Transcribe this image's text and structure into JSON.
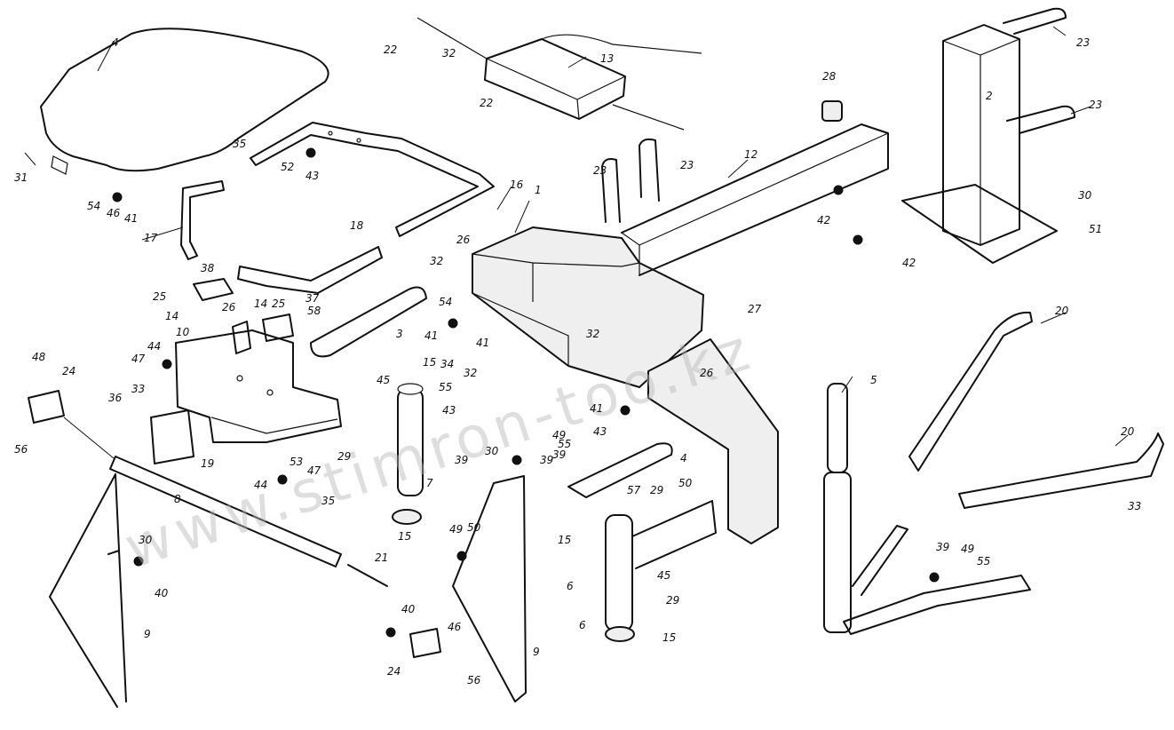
{
  "watermark": "www.stimron-too.kz",
  "callouts": [
    {
      "id": "c4a",
      "label": "4"
    },
    {
      "id": "c31",
      "label": "31"
    },
    {
      "id": "c54",
      "label": "54"
    },
    {
      "id": "c46a",
      "label": "46"
    },
    {
      "id": "c41a",
      "label": "41"
    },
    {
      "id": "c35a",
      "label": "35"
    },
    {
      "id": "c52a",
      "label": "52"
    },
    {
      "id": "c43a",
      "label": "43"
    },
    {
      "id": "c17",
      "label": "17"
    },
    {
      "id": "c22a",
      "label": "22"
    },
    {
      "id": "c32a",
      "label": "32"
    },
    {
      "id": "c22b",
      "label": "22"
    },
    {
      "id": "c16",
      "label": "16"
    },
    {
      "id": "c13",
      "label": "13"
    },
    {
      "id": "c18",
      "label": "18"
    },
    {
      "id": "c38",
      "label": "38"
    },
    {
      "id": "c25a",
      "label": "25"
    },
    {
      "id": "c14a",
      "label": "14"
    },
    {
      "id": "c26a",
      "label": "26"
    },
    {
      "id": "c14b",
      "label": "14"
    },
    {
      "id": "c25b",
      "label": "25"
    },
    {
      "id": "c37",
      "label": "37"
    },
    {
      "id": "c58",
      "label": "58"
    },
    {
      "id": "c10",
      "label": "10"
    },
    {
      "id": "c44",
      "label": "44"
    },
    {
      "id": "c47a",
      "label": "47"
    },
    {
      "id": "c48",
      "label": "48"
    },
    {
      "id": "c24a",
      "label": "24"
    },
    {
      "id": "c36a",
      "label": "36"
    },
    {
      "id": "c33a",
      "label": "33"
    },
    {
      "id": "c56a",
      "label": "56"
    },
    {
      "id": "c19",
      "label": "19"
    },
    {
      "id": "c53",
      "label": "53"
    },
    {
      "id": "c47b",
      "label": "47"
    },
    {
      "id": "c44b",
      "label": "44"
    },
    {
      "id": "c8",
      "label": "8"
    },
    {
      "id": "c9a",
      "label": "9"
    },
    {
      "id": "c30a",
      "label": "30"
    },
    {
      "id": "c40a",
      "label": "40"
    },
    {
      "id": "c35b",
      "label": "35"
    },
    {
      "id": "c21",
      "label": "21"
    },
    {
      "id": "c40b",
      "label": "40"
    },
    {
      "id": "c46b",
      "label": "46"
    },
    {
      "id": "c24b",
      "label": "24"
    },
    {
      "id": "c56b",
      "label": "56"
    },
    {
      "id": "c3",
      "label": "3"
    },
    {
      "id": "c41b",
      "label": "41"
    },
    {
      "id": "c54b",
      "label": "54"
    },
    {
      "id": "c41c",
      "label": "41"
    },
    {
      "id": "c32b",
      "label": "32"
    },
    {
      "id": "c26b",
      "label": "26"
    },
    {
      "id": "c45a",
      "label": "45"
    },
    {
      "id": "c15a",
      "label": "15"
    },
    {
      "id": "c34",
      "label": "34"
    },
    {
      "id": "c32c",
      "label": "32"
    },
    {
      "id": "c43b",
      "label": "43"
    },
    {
      "id": "c39a",
      "label": "39"
    },
    {
      "id": "c55a",
      "label": "55"
    },
    {
      "id": "c29a",
      "label": "29"
    },
    {
      "id": "c7",
      "label": "7"
    },
    {
      "id": "c15b",
      "label": "15"
    },
    {
      "id": "c39b",
      "label": "39"
    },
    {
      "id": "c30b",
      "label": "30"
    },
    {
      "id": "c49a",
      "label": "49"
    },
    {
      "id": "c55b",
      "label": "55"
    },
    {
      "id": "c39c",
      "label": "39"
    },
    {
      "id": "c1",
      "label": "1"
    },
    {
      "id": "c27",
      "label": "27"
    },
    {
      "id": "c26c",
      "label": "26"
    },
    {
      "id": "c32d",
      "label": "32"
    },
    {
      "id": "c41d",
      "label": "41"
    },
    {
      "id": "c43c",
      "label": "43"
    },
    {
      "id": "c12",
      "label": "12"
    },
    {
      "id": "c28",
      "label": "28"
    },
    {
      "id": "c23a",
      "label": "23"
    },
    {
      "id": "c23b",
      "label": "23"
    },
    {
      "id": "c23c",
      "label": "23"
    },
    {
      "id": "c23d",
      "label": "23"
    },
    {
      "id": "c2",
      "label": "2"
    },
    {
      "id": "c42a",
      "label": "42"
    },
    {
      "id": "c42b",
      "label": "42"
    },
    {
      "id": "c30c",
      "label": "30"
    },
    {
      "id": "c51",
      "label": "51"
    },
    {
      "id": "c4b",
      "label": "4"
    },
    {
      "id": "c57",
      "label": "57"
    },
    {
      "id": "c29b",
      "label": "29"
    },
    {
      "id": "c50a",
      "label": "50"
    },
    {
      "id": "c15c",
      "label": "15"
    },
    {
      "id": "c49b",
      "label": "49"
    },
    {
      "id": "c50b",
      "label": "50"
    },
    {
      "id": "c45b",
      "label": "45"
    },
    {
      "id": "c6a",
      "label": "6"
    },
    {
      "id": "c6b",
      "label": "6"
    },
    {
      "id": "c29c",
      "label": "29"
    },
    {
      "id": "c15d",
      "label": "15"
    },
    {
      "id": "c9b",
      "label": "9"
    },
    {
      "id": "c5",
      "label": "5"
    },
    {
      "id": "c20a",
      "label": "20"
    },
    {
      "id": "c20b",
      "label": "20"
    },
    {
      "id": "c33b",
      "label": "33"
    },
    {
      "id": "c39d",
      "label": "39"
    },
    {
      "id": "c49c",
      "label": "49"
    },
    {
      "id": "c55c",
      "label": "55"
    }
  ]
}
